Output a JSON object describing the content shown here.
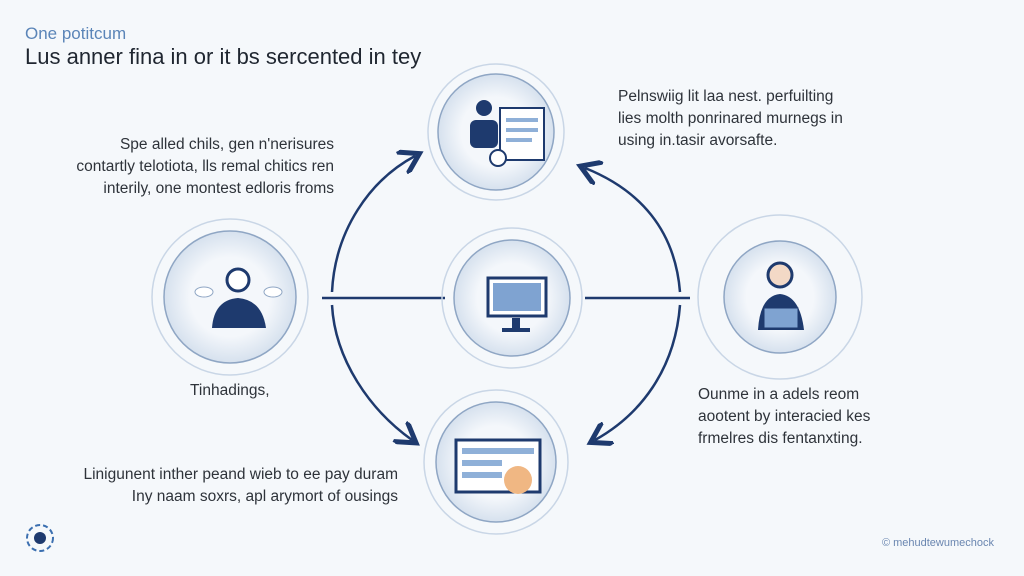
{
  "header": {
    "kicker": "One potitcum",
    "title": "Lus anner fina in or it bs sercented in tey"
  },
  "captions": {
    "top_right": [
      "Pelnswiig lit laa nest. perfuilting",
      "lies molth ponrinared murnegs in",
      "using in.tasir avorsafte."
    ],
    "top_left": [
      "Spe alled chils, gen n'nerisures",
      "contartly telotiota, lls remal chitics ren",
      "interily, one montest edloris froms"
    ],
    "left_label": "Tinhadings,",
    "bottom_right": [
      "Ounme in a adels reom",
      "aootent by interacied kes",
      "frmelres dis fentanxting."
    ],
    "bottom_left": [
      "Linigunent inther peand wieb to ee pay duram",
      "Iny naam soxrs, apl arymort of ousings"
    ]
  },
  "footer": {
    "credit": "© mehudtewumechock"
  },
  "colors": {
    "accent": "#1e3a6e",
    "ring": "#c9d6e6",
    "fill": "#e3eaf3"
  }
}
